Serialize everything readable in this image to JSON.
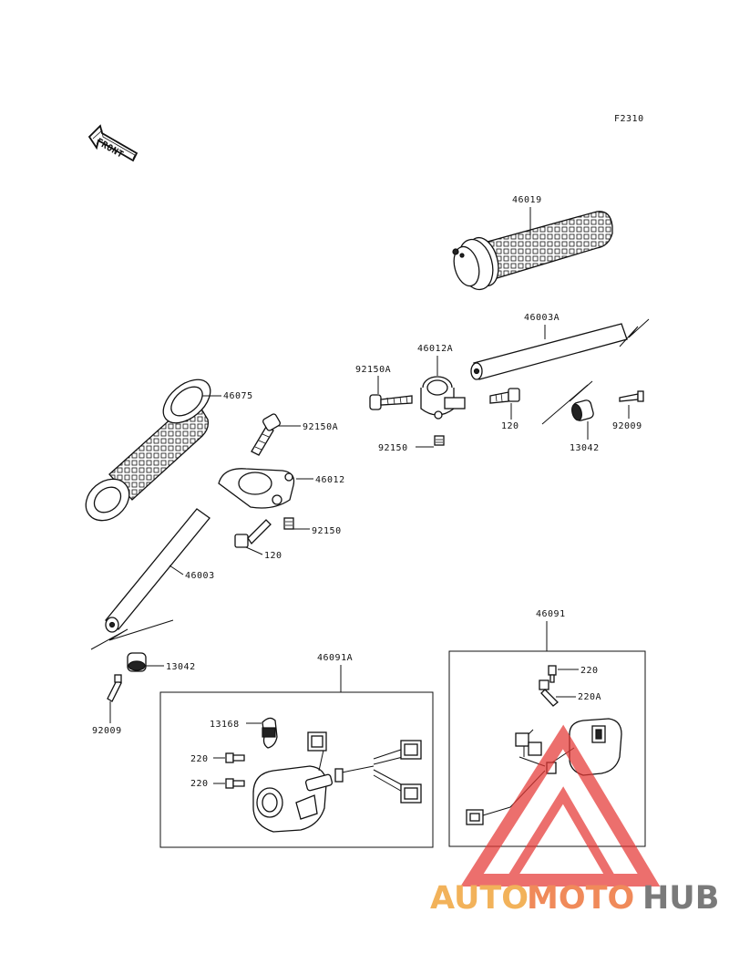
{
  "diagram": {
    "code": "F2310",
    "front_label": "FRONT",
    "parts": {
      "p46019": "46019",
      "p46003A": "46003A",
      "p46012A": "46012A",
      "p92150A_right": "92150A",
      "p120_right": "120",
      "p92150_right": "92150",
      "p13042_right": "13042",
      "p92009_right": "92009",
      "p46075": "46075",
      "p92150A_left": "92150A",
      "p46012": "46012",
      "p92150_left": "92150",
      "p120_left": "120",
      "p46003": "46003",
      "p13042_left": "13042",
      "p92009_left": "92009",
      "p46091A": "46091A",
      "p13168": "13168",
      "p220_l1": "220",
      "p220_l2": "220",
      "p46091": "46091",
      "p220_r": "220",
      "p220A_r": "220A"
    }
  },
  "watermark": {
    "auto": "AUTO",
    "moto": "MOTO",
    "hub": "HUB",
    "colors": {
      "auto": "#f2b25a",
      "moto": "#f08a5a",
      "hub": "#7a7a7a",
      "logo": "#e53935"
    }
  }
}
